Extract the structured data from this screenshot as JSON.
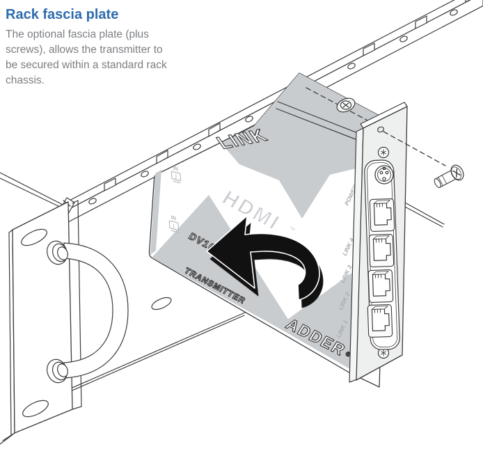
{
  "page": {
    "heading": "Rack fascia plate",
    "body_lines": [
      "The optional fascia plate (plus",
      "screws), allows the transmitter to",
      "be secured within a standard rack",
      "chassis."
    ]
  },
  "device": {
    "brand_top_label": "LINK",
    "hdmi_label": "HDMI",
    "hdmi_tm": "™",
    "model_label": "DV104",
    "role_label": "TRANSMITTER",
    "brand_label": "ADDER",
    "brand_reg": "®",
    "in_port_upper": {
      "label": "IN",
      "num": "2"
    },
    "in_port_lower": {
      "label": "IN",
      "num": "1"
    }
  },
  "plate": {
    "power_label": "POWER",
    "link4_label": "LINK 4",
    "link3_label": "LINK 3",
    "link2_label": "LINK 2",
    "link1_label": "LINK 1"
  },
  "colors": {
    "heading_blue": "#2E6BAC",
    "body_text_gray": "#7B7E82",
    "device_gray": "#C9CCCF",
    "outline": "#3B3B3C",
    "arrow_black": "#111111"
  }
}
